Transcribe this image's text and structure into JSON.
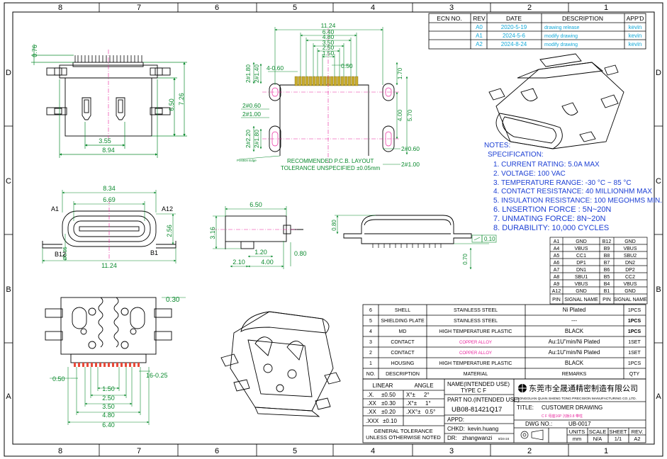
{
  "frame": {
    "columns": [
      "8",
      "7",
      "6",
      "5",
      "4",
      "3",
      "2",
      "1"
    ],
    "rows": [
      "D",
      "C",
      "B",
      "A"
    ]
  },
  "revisions": {
    "headers": [
      "ECN NO.",
      "REV",
      "DATE",
      "DESCRIPTION",
      "APP'D"
    ],
    "rows": [
      {
        "ecn": "",
        "rev": "A0",
        "date": "2020-5-19",
        "desc": "drawing release",
        "app": "kevin"
      },
      {
        "ecn": "",
        "rev": "A1",
        "date": "2024-5-6",
        "desc": "modify drawing",
        "app": "kevin"
      },
      {
        "ecn": "",
        "rev": "A2",
        "date": "2024-8-24",
        "desc": "modify drawing",
        "app": "kevin"
      }
    ],
    "highlight_color": "#12a8d8"
  },
  "top_view": {
    "height_total": "7.26",
    "height_body": "6.50",
    "offset_top": "0.76",
    "width_inner": "3.55",
    "width_outer": "8.94"
  },
  "pcb": {
    "width_total": "11.24",
    "d_640": "6.40",
    "d_480": "4.80",
    "d_350": "3.50",
    "d_250": "2.50",
    "d_150": "1.50",
    "d_050": "0.50",
    "pin_pitch": "4-0.60",
    "slot_top_w": "2#1.80",
    "slot_top_h": "2#1.40",
    "slot_mid_a": "2#0.60",
    "slot_mid_b": "2#1.00",
    "slot_bot_a": "2#2.20",
    "slot_bot_b": "2#1.80",
    "right_170": "1.70",
    "right_400": "4.00",
    "right_570": "5.70",
    "right_slot_a": "2#0.60",
    "right_slot_b": "2#1.00",
    "edge_note": "Position Edge",
    "layout_title": "RECOMMENDED  P.C.B. LAYOUT",
    "tolerance": "TOLERANCE UNSPECIFIED ±0.05mm"
  },
  "front_view": {
    "width_outer": "8.34",
    "width_inner": "6.69",
    "width_total": "11.24",
    "height": "2.56",
    "d_005": "Ø0.05",
    "labels": {
      "a1": "A1",
      "a12": "A12",
      "b12": "B12",
      "b1": "B1"
    }
  },
  "side_view": {
    "length": "6.50",
    "height": "3.16",
    "d_120": "1.20",
    "d_210": "2.10",
    "d_400": "4.00",
    "d_080": "0.80"
  },
  "rear_view": {
    "d_080": "0.80",
    "d_070": "0.70",
    "flatness": "0.10"
  },
  "notes": {
    "title": "NOTES:",
    "spec": "SPECIFICATION:",
    "items": [
      "1. CURRENT RATING: 5.0A MAX",
      "2. VOLTAGE: 100 VAC",
      "3. TEMPERATURE RANGE: -30 °C ~ 85 °C",
      "4. CONTACT RESISTANCE: 40 MILLIONHM MAX",
      "5. INSULATION RESISTANCE: 100 MEGOHMS MIN.",
      "6. LNSERTION  FORCE : 5N~20N",
      "7. UNMATING FORCE: 8N~20N",
      "8. DURABILITY:   10,000 CYCLES"
    ],
    "color": "#1c3fd4"
  },
  "pin_table": {
    "rows": [
      [
        "A1",
        "GND",
        "B12",
        "GND"
      ],
      [
        "A4",
        "VBUS",
        "B9",
        "VBUS"
      ],
      [
        "A5",
        "CC1",
        "B8",
        "SBU2"
      ],
      [
        "A6",
        "DP1",
        "B7",
        "DN2"
      ],
      [
        "A7",
        "DN1",
        "B6",
        "DP2"
      ],
      [
        "A8",
        "SBU1",
        "B5",
        "CC2"
      ],
      [
        "A9",
        "VBUS",
        "B4",
        "VBUS"
      ],
      [
        "A12",
        "GND",
        "B1",
        "GND"
      ]
    ],
    "footer": [
      "PIN",
      "SIGNAL NAME",
      "PIN",
      "SIGNAL NAME"
    ]
  },
  "bottom_view": {
    "d_030": "0.30",
    "d_050": "0.50",
    "d_150": "1.50",
    "d_250": "2.50",
    "d_350": "3.50",
    "d_480": "4.80",
    "d_640": "6.40",
    "pins": "16-0.25"
  },
  "bom": {
    "rows": [
      {
        "no": "6",
        "desc": "SHELL",
        "mat": "STAINLESS STEEL",
        "rem": "Ni Plated",
        "qty": "1PCS",
        "pink": false
      },
      {
        "no": "5",
        "desc": "SHIELDING PLATE",
        "mat": "STAINLESS STEEL",
        "rem": "---",
        "qty": "1PCS",
        "pink": false
      },
      {
        "no": "4",
        "desc": "MD",
        "mat": "HIGH TEMPERATURE PLASTIC",
        "rem": "BLACK",
        "qty": "1PCS",
        "pink": false
      },
      {
        "no": "3",
        "desc": "CONTACT",
        "mat": "COPPER ALLOY",
        "rem": "Au:1U\"min/Ni Plated",
        "qty": "1SET",
        "pink": true
      },
      {
        "no": "2",
        "desc": "CONTACT",
        "mat": "COPPER ALLOY",
        "rem": "Au:1U\"min/Ni Plated",
        "qty": "1SET",
        "pink": true
      },
      {
        "no": "1",
        "desc": "HOUSING",
        "mat": "HIGH TEMPERATURE PLASTIC",
        "rem": "BLACK",
        "qty": "1PCS",
        "pink": false
      }
    ],
    "headers": [
      "NO.",
      "DESCRIPTION",
      "MATERIAL",
      "REMARKS",
      "QTY"
    ],
    "pink_color": "#e8249c"
  },
  "title_block": {
    "tol_headers": [
      "LINEAR",
      "ANGLE"
    ],
    "tol_rows": [
      [
        ".X.",
        "±0.50",
        "X°±",
        "2°"
      ],
      [
        ".XX",
        "±0.30",
        ".X°±",
        "1°"
      ],
      [
        ".XX",
        "±0.20",
        ".XX°±",
        "0.5°"
      ],
      [
        ".XXX",
        "±0.10",
        "",
        ""
      ]
    ],
    "general_tol_1": "GENERAL TOLERANCE",
    "general_tol_2": "UNLESS OTHERWISE NOTED",
    "name_label": "NAME(INTENDED USE)",
    "name_value": "TYPE C F",
    "partno_label": "PART NO.(INTENDED USE)",
    "partno_value": "UB08-81421Q17",
    "appd_label": "APPD:",
    "chkd_label": "CHKD:",
    "chkd_value": "kevin.huang",
    "dr_label": "DR:",
    "dr_value": "zhangwanzi",
    "dr_date": "8/24-24",
    "company_cn": "东莞市全晟通精密制造有限公司",
    "company_en": "DONGGUAN QUAN SHENG TONG PRECISION  MANUFACTURING CO.,LTD.",
    "title_label": "TITLE:",
    "title_value": "CUSTOMER DRAWING",
    "title_sub": "C F 母座16P 沉板0.8 带柱",
    "dwg_label": "DWG NO.:",
    "dwg_value": "UB-0017",
    "units_label": "UNITS",
    "units_value": "mm",
    "scale_label": "SCALE",
    "scale_value": "N/A",
    "sheet_label": "SHEET",
    "sheet_value": "1/1",
    "rev_label": "REV.",
    "rev_value": "A2"
  }
}
